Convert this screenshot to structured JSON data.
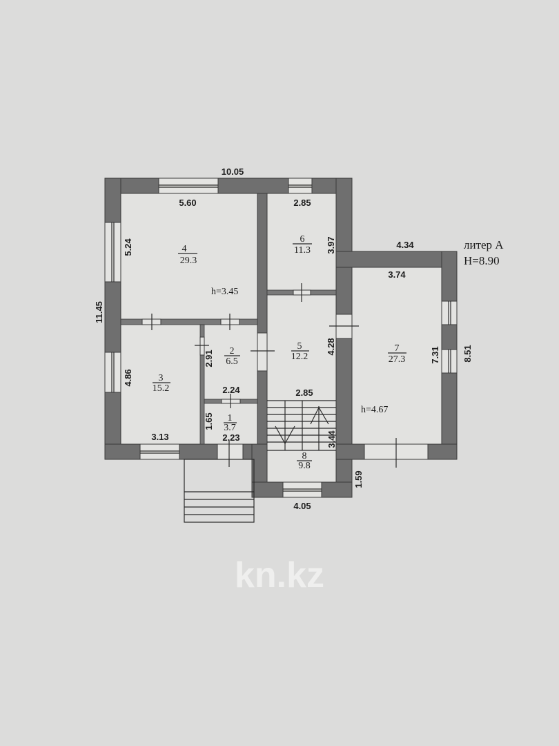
{
  "plan": {
    "label": "литер А",
    "height_label": "H=8.90",
    "watermark": "kn.kz",
    "wall_color": "#6f6f6f",
    "paper_color": "#dcdcdb",
    "rooms": [
      {
        "num": "1",
        "area": "3.7"
      },
      {
        "num": "2",
        "area": "6.5"
      },
      {
        "num": "3",
        "area": "15.2"
      },
      {
        "num": "4",
        "area": "29.3"
      },
      {
        "num": "5",
        "area": "12.2"
      },
      {
        "num": "6",
        "area": "11.3"
      },
      {
        "num": "7",
        "area": "27.3"
      },
      {
        "num": "8",
        "area": "9.8"
      }
    ],
    "ceiling_heights": {
      "main": "h=3.45",
      "room7": "h=4.67"
    },
    "dimensions": {
      "top_total": "10.05",
      "room4_width": "5.60",
      "room6_width": "2.85",
      "room4_depth": "5.24",
      "room6_depth": "3.97",
      "left_total": "11.45",
      "room3_depth": "4.86",
      "room3_width": "3.13",
      "room2_depth": "2.91",
      "room2_width": "2.24",
      "room1_depth": "1.65",
      "room1_width": "2.23",
      "room5_depth": "4.28",
      "room5_width": "2.85",
      "stair_len": "3.44",
      "annex_outer_width": "4.34",
      "room7_width": "3.74",
      "room7_depth": "7.31",
      "annex_outer_depth": "8.51",
      "stair_block_depth": "1.59",
      "stair_block_width": "4.05"
    }
  }
}
